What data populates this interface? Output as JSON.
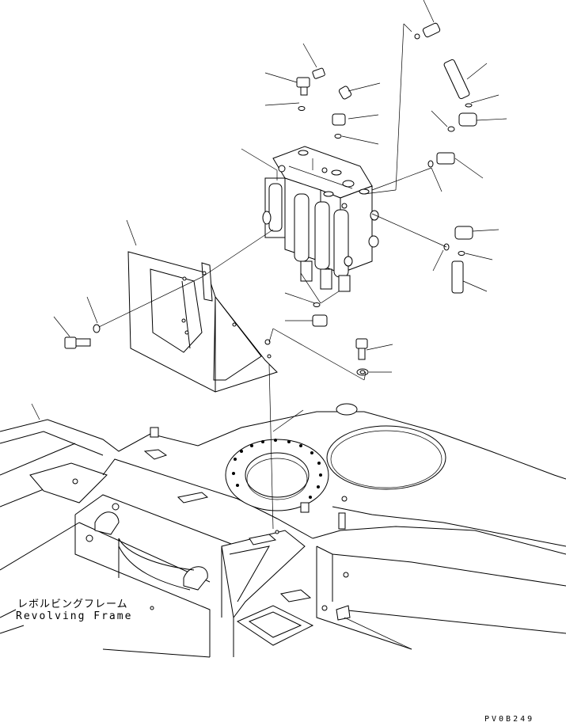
{
  "labels": {
    "revolving_frame_jp": "レボルビングフレーム",
    "revolving_frame_en": "Revolving Frame"
  },
  "drawing_code": "PV0B249"
}
